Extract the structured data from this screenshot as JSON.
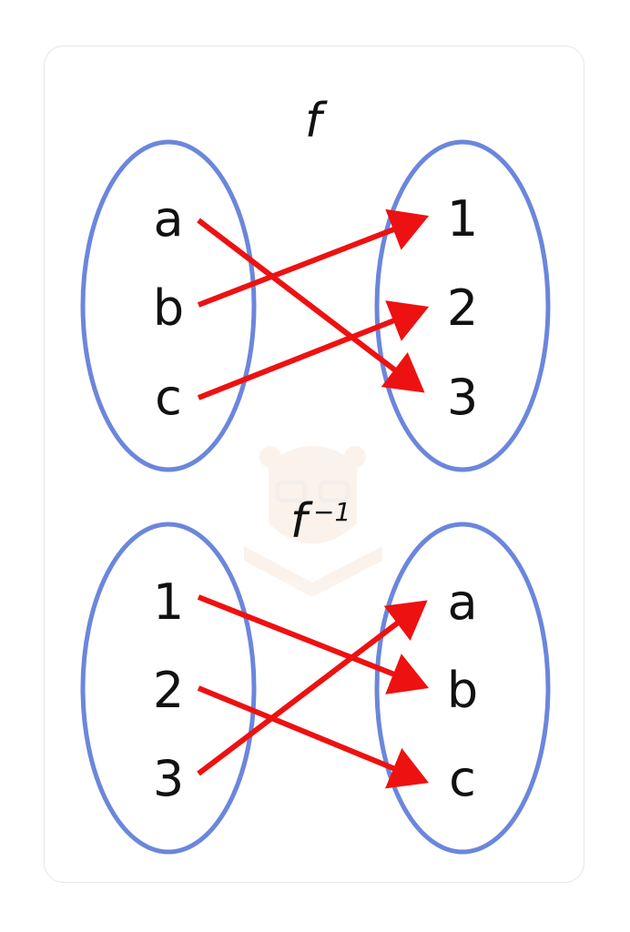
{
  "colors": {
    "ellipse": "#6b86dc",
    "arrow": "#ee1111",
    "text": "#111111"
  },
  "mapping_f": {
    "title": "f",
    "domain": [
      "a",
      "b",
      "c"
    ],
    "codomain": [
      "1",
      "2",
      "3"
    ]
  },
  "mapping_f_inverse": {
    "title": "f",
    "title_superscript": "−1",
    "domain": [
      "1",
      "2",
      "3"
    ],
    "codomain": [
      "a",
      "b",
      "c"
    ]
  },
  "watermark": {
    "icon": "bear-mascot-icon"
  }
}
